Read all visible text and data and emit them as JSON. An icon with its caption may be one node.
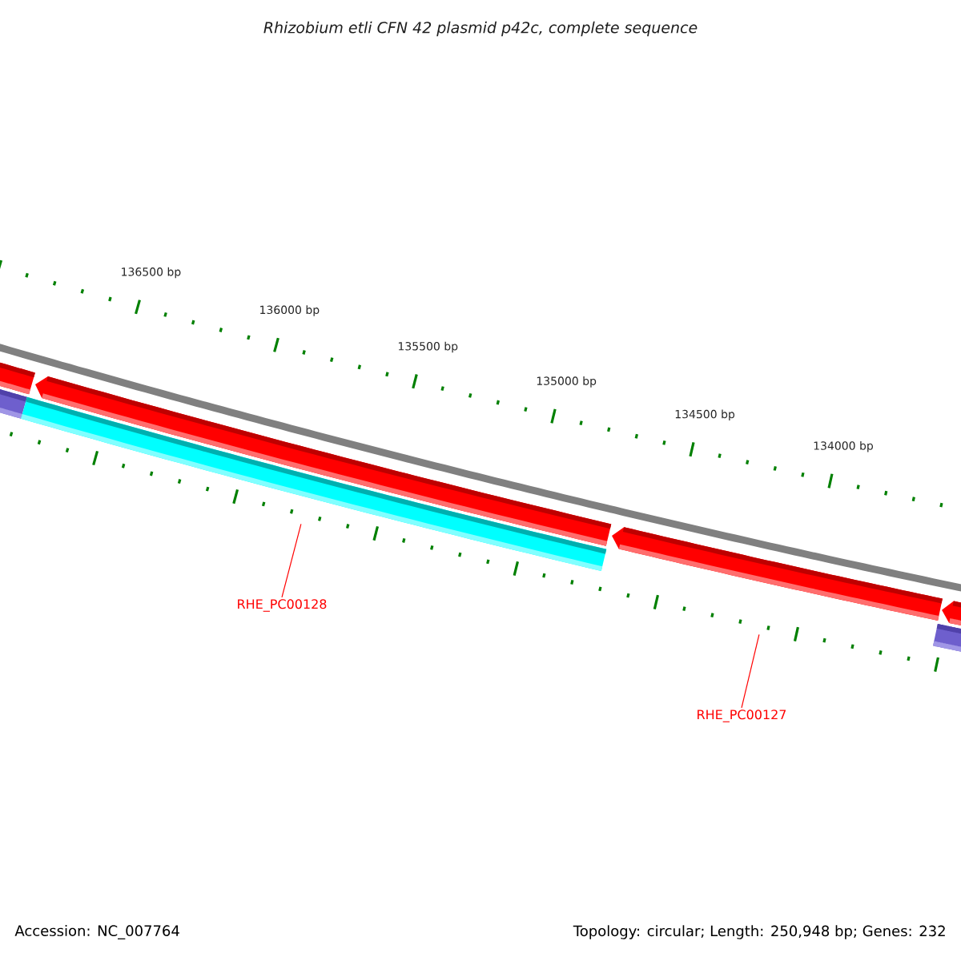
{
  "diagram": {
    "title": "Rhizobium etli CFN 42 plasmid p42c, complete sequence",
    "nodes": [
      {
        "text": [
          "RHE_PC00128"
        ]
      },
      {
        "text": [
          "RHE_PC00127"
        ]
      },
      {
        "text": [],
        "shape": "bar"
      },
      {
        "text": [],
        "shape": "bar"
      },
      {
        "text": [],
        "shape": "bar"
      },
      {
        "text": [],
        "shape": "bar"
      },
      {
        "text": [],
        "shape": "bar"
      },
      {
        "text": [],
        "shape": "bar"
      },
      {
        "text": [],
        "shape": "bar"
      }
    ],
    "edges": [
      {
        "from": 0,
        "to": 7,
        "arrow": "none"
      },
      {
        "from": 1,
        "to": 4,
        "arrow": "none"
      }
    ],
    "labels": [
      "136500 bp",
      "136000 bp",
      "135500 bp",
      "135000 bp",
      "134500 bp",
      "134000 bp",
      "Accession: NC_007764",
      "Topology: circular; Length: 250,948 bp; Genes: 232"
    ]
  }
}
